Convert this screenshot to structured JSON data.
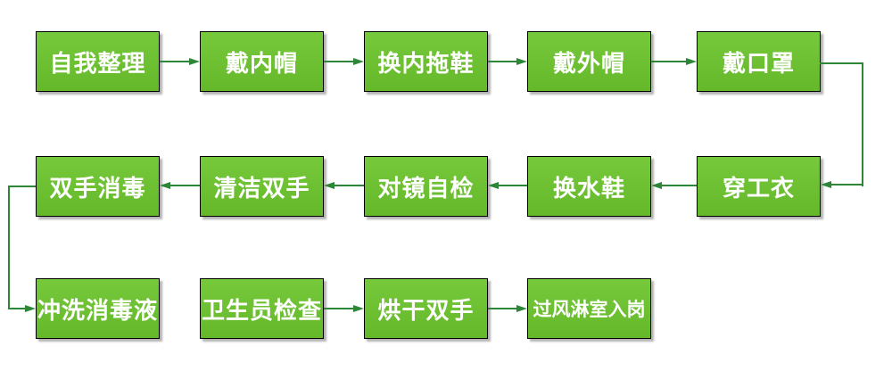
{
  "diagram": {
    "type": "flowchart",
    "colors": {
      "box_fill_top": "#77c93c",
      "box_fill_bottom": "#64b829",
      "box_border": "#000000",
      "arrow_color": "#2e8639",
      "text_color": "#ffffff",
      "background": "#ffffff"
    },
    "nodes": [
      {
        "id": "self-tidy",
        "label": "自我整理"
      },
      {
        "id": "wear-inner-cap",
        "label": "戴内帽"
      },
      {
        "id": "change-inner-slippers",
        "label": "换内拖鞋"
      },
      {
        "id": "wear-outer-cap",
        "label": "戴外帽"
      },
      {
        "id": "wear-mask",
        "label": "戴口罩"
      },
      {
        "id": "wear-work-clothes",
        "label": "穿工衣"
      },
      {
        "id": "change-water-shoes",
        "label": "换水鞋"
      },
      {
        "id": "mirror-self-check",
        "label": "对镜自检"
      },
      {
        "id": "clean-hands",
        "label": "清洁双手"
      },
      {
        "id": "disinfect-hands",
        "label": "双手消毒"
      },
      {
        "id": "rinse-disinfectant",
        "label": "冲洗消毒液"
      },
      {
        "id": "hygienist-inspection",
        "label": "卫生员检查"
      },
      {
        "id": "dry-hands",
        "label": "烘干双手"
      },
      {
        "id": "air-shower-entry",
        "label": "过风淋室入岗"
      }
    ],
    "connections": [
      {
        "from": "self-tidy",
        "to": "wear-inner-cap"
      },
      {
        "from": "wear-inner-cap",
        "to": "change-inner-slippers"
      },
      {
        "from": "change-inner-slippers",
        "to": "wear-outer-cap"
      },
      {
        "from": "wear-outer-cap",
        "to": "wear-mask"
      },
      {
        "from": "wear-mask",
        "to": "wear-work-clothes"
      },
      {
        "from": "wear-work-clothes",
        "to": "change-water-shoes"
      },
      {
        "from": "change-water-shoes",
        "to": "mirror-self-check"
      },
      {
        "from": "mirror-self-check",
        "to": "clean-hands"
      },
      {
        "from": "clean-hands",
        "to": "disinfect-hands"
      },
      {
        "from": "disinfect-hands",
        "to": "rinse-disinfectant"
      },
      {
        "from": "hygienist-inspection",
        "to": "dry-hands"
      },
      {
        "from": "dry-hands",
        "to": "air-shower-entry"
      }
    ]
  }
}
